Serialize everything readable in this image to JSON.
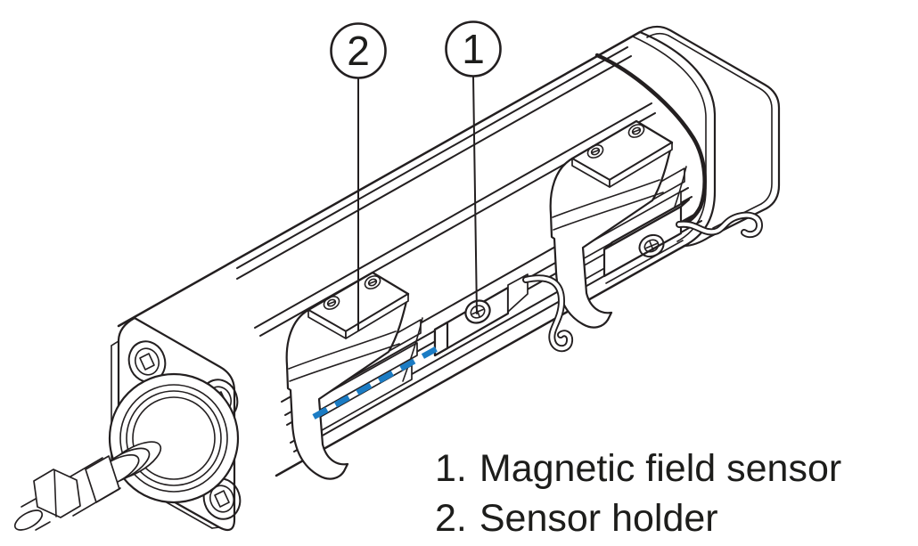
{
  "figure": {
    "description": "Isometric technical illustration of a pneumatic cylinder with magnetic field sensor and sensor holders",
    "callouts": [
      {
        "number": "2"
      },
      {
        "number": "1"
      }
    ],
    "legend": [
      {
        "number": "1.",
        "label": "Magnetic field sensor"
      },
      {
        "number": "2.",
        "label": "Sensor holder"
      }
    ],
    "colors": {
      "line": "#231f20",
      "accent_blue": "#1b7cc4",
      "background": "#ffffff"
    }
  }
}
